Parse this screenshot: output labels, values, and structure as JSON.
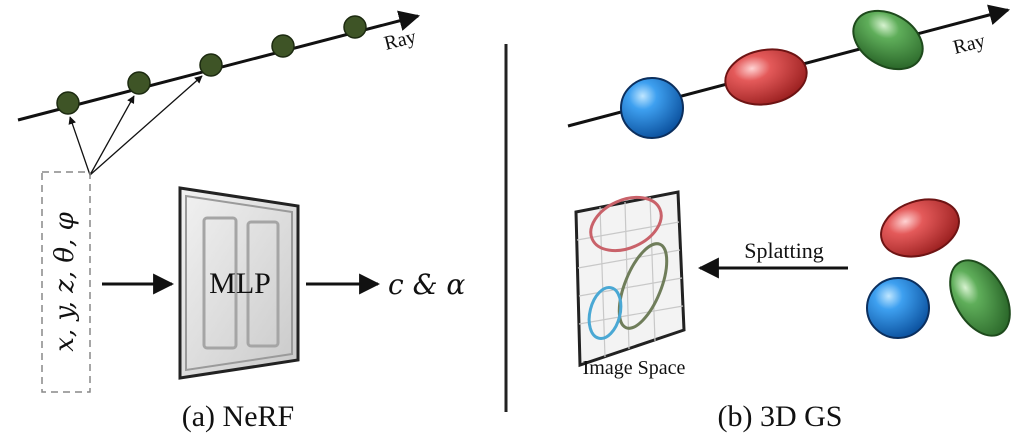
{
  "nerf": {
    "ray_label": "Ray",
    "input_label": "x, y, z, θ, φ",
    "mlp_label": "MLP",
    "output_label": "c & α",
    "caption": "(a) NeRF"
  },
  "gs": {
    "ray_label": "Ray",
    "splatting_label": "Splatting",
    "image_space_label": "Image Space",
    "caption": "(b) 3D GS"
  },
  "colors": {
    "point_fill": "#3e5426",
    "blue": "#1a7fd6",
    "red": "#d84848",
    "green": "#4e9a4c",
    "ellipse_red": "#c9626a",
    "ellipse_blue": "#4aa8d4",
    "ellipse_green": "#6f7d5a"
  }
}
